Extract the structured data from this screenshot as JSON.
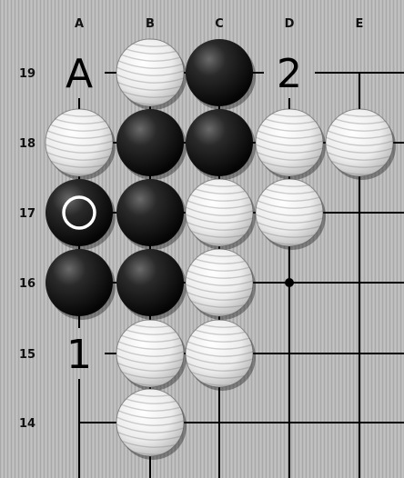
{
  "board": {
    "columns": [
      "A",
      "B",
      "C",
      "D",
      "E"
    ],
    "rows": [
      "19",
      "18",
      "17",
      "16",
      "15",
      "14"
    ],
    "colors": {
      "background": "#b8b8b8",
      "grid": "#000000",
      "black_stone": "#111111",
      "white_stone": "#f2f2f2",
      "last_move_ring": "#ffffff"
    }
  },
  "stones": [
    {
      "color": "white",
      "col": "B",
      "row": "19"
    },
    {
      "color": "black",
      "col": "C",
      "row": "19"
    },
    {
      "color": "white",
      "col": "A",
      "row": "18"
    },
    {
      "color": "black",
      "col": "B",
      "row": "18"
    },
    {
      "color": "black",
      "col": "C",
      "row": "18"
    },
    {
      "color": "white",
      "col": "D",
      "row": "18"
    },
    {
      "color": "white",
      "col": "E",
      "row": "18"
    },
    {
      "color": "black",
      "col": "A",
      "row": "17",
      "last_move": true
    },
    {
      "color": "black",
      "col": "B",
      "row": "17"
    },
    {
      "color": "white",
      "col": "C",
      "row": "17"
    },
    {
      "color": "white",
      "col": "D",
      "row": "17"
    },
    {
      "color": "black",
      "col": "A",
      "row": "16"
    },
    {
      "color": "black",
      "col": "B",
      "row": "16"
    },
    {
      "color": "white",
      "col": "C",
      "row": "16"
    },
    {
      "color": "white",
      "col": "B",
      "row": "15"
    },
    {
      "color": "white",
      "col": "C",
      "row": "15"
    },
    {
      "color": "white",
      "col": "B",
      "row": "14"
    }
  ],
  "labels": [
    {
      "text": "A",
      "col": "A",
      "row": "19"
    },
    {
      "text": "2",
      "col": "D",
      "row": "19"
    },
    {
      "text": "1",
      "col": "A",
      "row": "15"
    }
  ],
  "star_points": [
    {
      "col": "D",
      "row": "16"
    }
  ]
}
